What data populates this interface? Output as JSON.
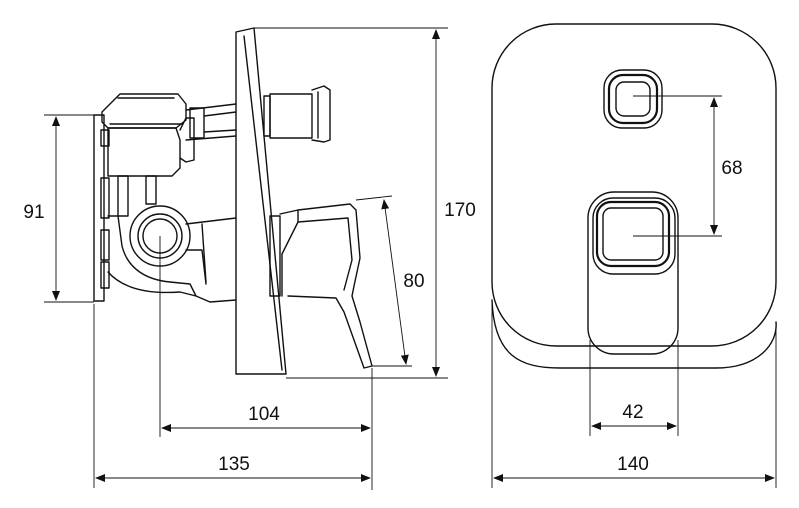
{
  "dimensions": {
    "side_overall_depth": "135",
    "side_lever_depth": "104",
    "side_box_height": "91",
    "side_plate_height": "170",
    "side_lever_length": "80",
    "front_plate_width": "140",
    "front_button_spacing": "68",
    "front_lever_width": "42"
  },
  "colors": {
    "line": "#111111",
    "background": "#ffffff"
  }
}
